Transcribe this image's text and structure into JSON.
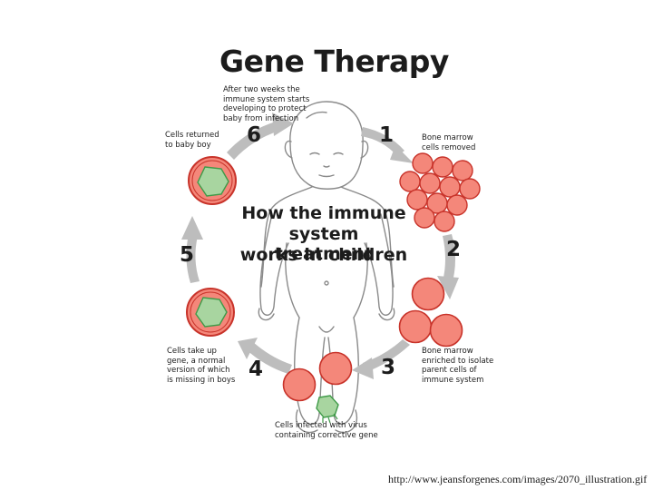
{
  "title": "Gene Therapy",
  "center_text": [
    "How the immune",
    "system treatment",
    "works in children"
  ],
  "steps": [
    {
      "number": "1",
      "caption": [
        "Bone marrow",
        "cells removed"
      ]
    },
    {
      "number": "2",
      "caption": []
    },
    {
      "number": "3",
      "caption": [
        "Bone marrow",
        "enriched to isolate",
        "parent cells of",
        "immune system"
      ]
    },
    {
      "number": "4",
      "caption": [
        "Cells take up",
        "gene, a normal",
        "version of which",
        "is missing in boys"
      ]
    },
    {
      "number": "5",
      "caption": []
    },
    {
      "number": "6",
      "caption": [
        "Cells returned",
        "to baby boy"
      ]
    }
  ],
  "top_caption": [
    "After two weeks the",
    "immune system starts",
    "developing to protect",
    "baby from infection"
  ],
  "virus_caption": [
    "Cells infected with virus",
    "containing corrective gene"
  ],
  "source_url": "http://www.jeansforgenes.com/images/2070_illustration.gif",
  "colors": {
    "arrow": "#bdbdbd",
    "cell_fill": "#f4877a",
    "cell_stroke": "#c8332a",
    "gene_fill": "#a8d5a0",
    "gene_stroke": "#3f9a48",
    "baby_stroke": "#8a8a8a"
  }
}
